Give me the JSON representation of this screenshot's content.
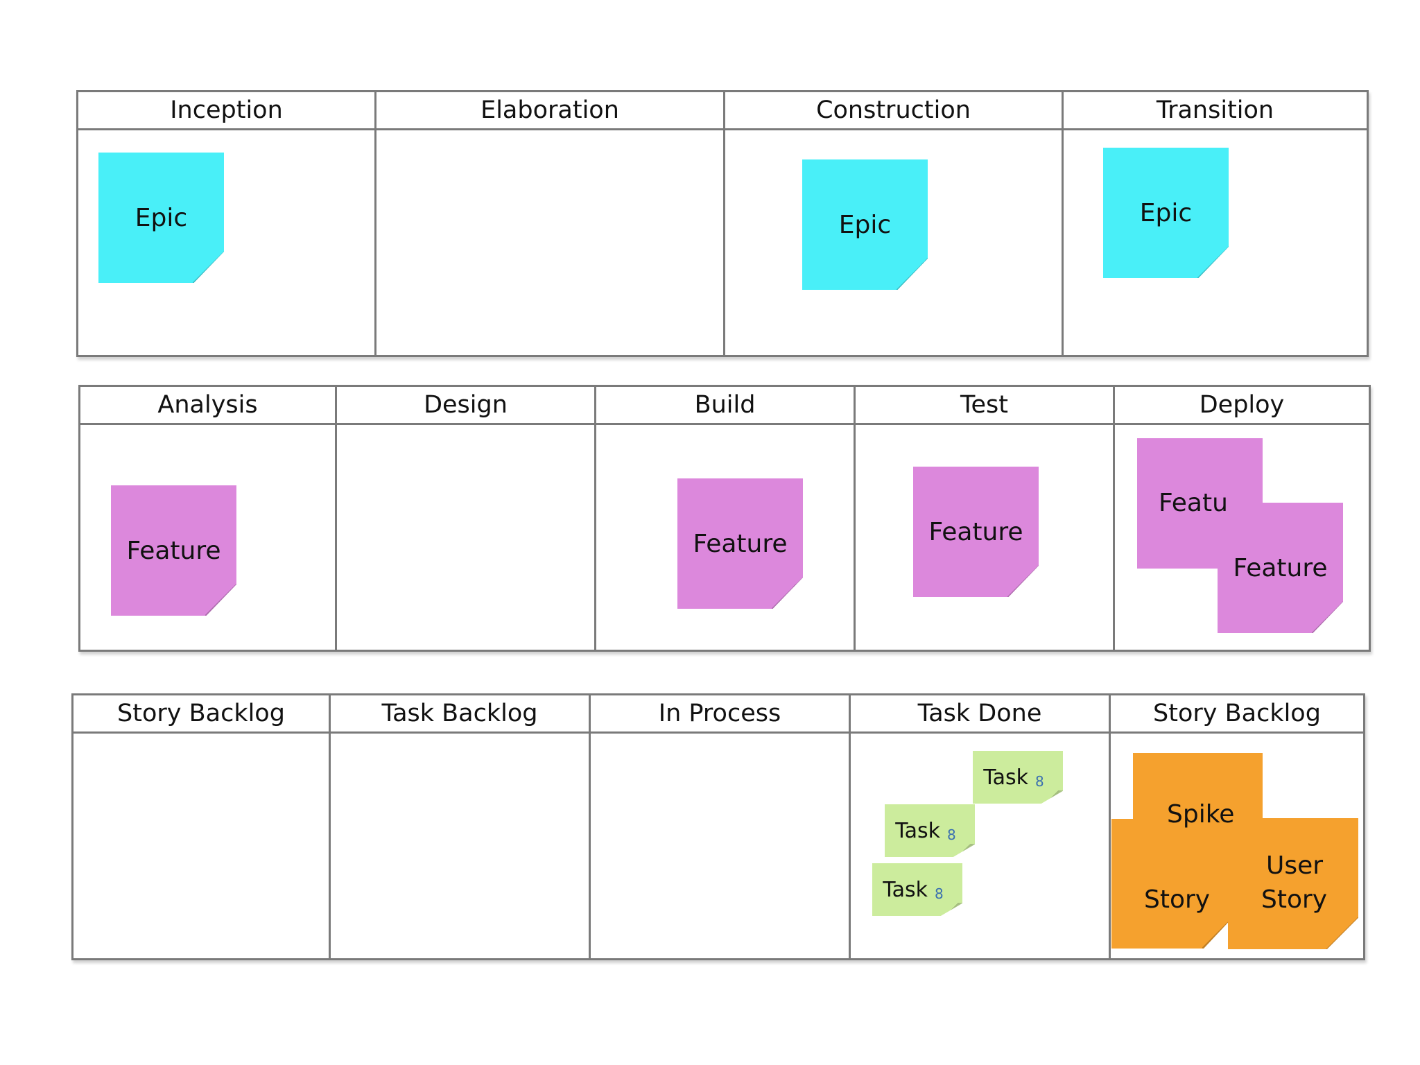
{
  "phase_board": {
    "columns": [
      "Inception",
      "Elaboration",
      "Construction",
      "Transition"
    ],
    "notes": {
      "epic": "Epic"
    }
  },
  "feature_board": {
    "columns": [
      "Analysis",
      "Design",
      "Build",
      "Test",
      "Deploy"
    ],
    "notes": {
      "feature": "Feature",
      "feature_partial": "Featu"
    }
  },
  "story_board": {
    "columns": [
      "Story Backlog",
      "Task Backlog",
      "In Process",
      "Task Done",
      "Story Backlog"
    ],
    "notes": {
      "task": "Task",
      "task_points": "8",
      "spike": "Spike",
      "story": "Story",
      "user": "User"
    }
  },
  "colors": {
    "epic": "#49eff8",
    "feature": "#dc88dc",
    "task": "#ccec9d",
    "story": "#f5a12e",
    "border": "#7a7a7a"
  }
}
